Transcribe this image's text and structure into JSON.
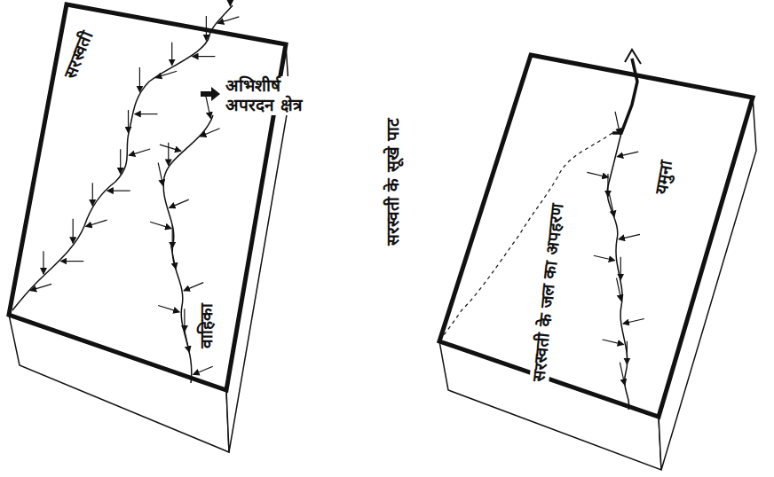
{
  "diagram": {
    "labels": [
      "सरस्वती",
      "अभिशीर्ष अपरदन क्षेत्र",
      "वाहिका",
      "सरस्वती के सूखे पाट",
      "सरस्वती के जल का अपहरण",
      "यमुना"
    ]
  }
}
